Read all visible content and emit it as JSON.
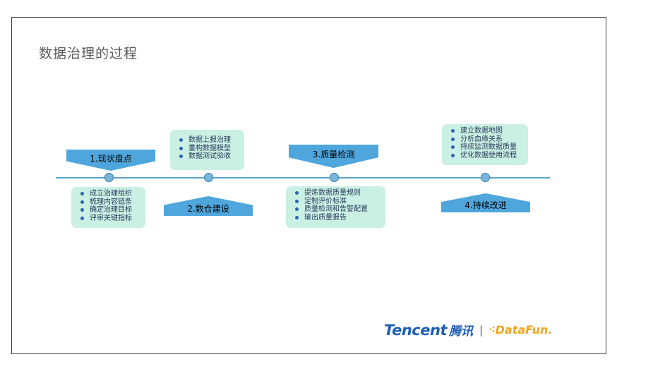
{
  "title": "数据治理的过程",
  "stages": [
    {
      "label": "1.现状盘点",
      "items": [
        "成立治理组织",
        "梳理内容链条",
        "确定治理目标",
        "评审关键指标"
      ]
    },
    {
      "label": "2.数仓建设",
      "items": [
        "数据上报治理",
        "重构数据模型",
        "数据测试验收"
      ]
    },
    {
      "label": "3.质量检测",
      "items": [
        "提炼数据质量规则",
        "定制评价标准",
        "质量检测和告警配置",
        "输出质量报告"
      ]
    },
    {
      "label": "4.持续改进",
      "items": [
        "建立数据地图",
        "分析血缘关系",
        "持续监测数据质量",
        "优化数据使用流程"
      ]
    }
  ],
  "logo": {
    "tencent_en": "Tencent",
    "tencent_cn": "腾讯",
    "separator": "|",
    "datafun": "DataFun."
  },
  "colors": {
    "timeline": "#5ba2c8",
    "banner": "#4fa6dd",
    "box": "#c9f0e3",
    "bullet": "#2a62b8",
    "tencent": "#1f5fb6",
    "datafun": "#f0a61b"
  }
}
